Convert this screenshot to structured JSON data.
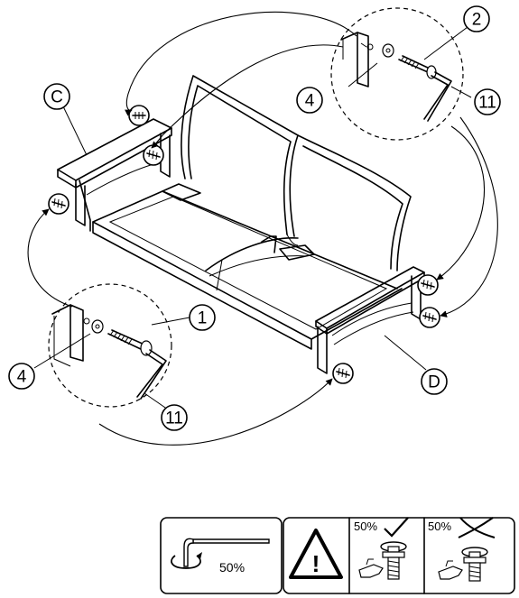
{
  "callouts": {
    "c_label": "C",
    "d_label": "D",
    "bolt_top_label": "2",
    "bolt_bottom_label": "1",
    "washer_top_label": "4",
    "washer_bottom_label": "4",
    "key_top_label": "11",
    "key_bottom_label": "11"
  },
  "legend": {
    "tighten_percent": "50%",
    "ok_percent": "50%",
    "bad_percent": "50%",
    "warning_glyph": "!"
  },
  "icons": [
    "hex-key-icon",
    "rotate-icon",
    "warning-icon",
    "check-icon",
    "cross-icon",
    "hand-icon"
  ]
}
